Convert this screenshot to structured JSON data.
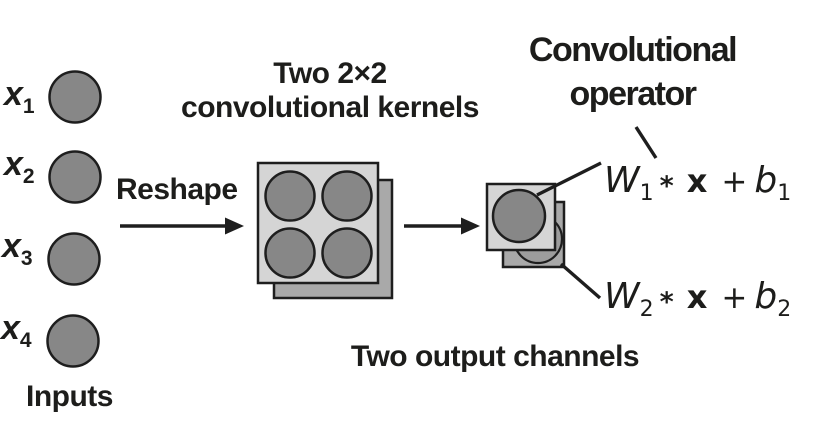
{
  "colors": {
    "background": "#ffffff",
    "node_fill": "#878787",
    "back_node_fill": "#9c9c9c",
    "box_front": "#d5d5d5",
    "box_back": "#a9a9a9",
    "line": "#1e1e1e",
    "text": "#1d1d1b"
  },
  "inputs": {
    "label": "Inputs",
    "items": [
      {
        "var": "x",
        "sub": "1"
      },
      {
        "var": "x",
        "sub": "2"
      },
      {
        "var": "x",
        "sub": "3"
      },
      {
        "var": "x",
        "sub": "4"
      }
    ]
  },
  "reshape": {
    "label": "Reshape"
  },
  "kernels": {
    "title_line1": "Two 2×2",
    "title_line2": "convolutional kernels"
  },
  "operator": {
    "line1": "Convolutional",
    "line2": "operator"
  },
  "outputs": {
    "caption": "Two output channels"
  },
  "equations": [
    {
      "w": "W",
      "w_sub": "1",
      "star": "*",
      "x": "x",
      "plus": "+",
      "b": "b",
      "b_sub": "1"
    },
    {
      "w": "W",
      "w_sub": "2",
      "star": "*",
      "x": "x",
      "plus": "+",
      "b": "b",
      "b_sub": "2"
    }
  ]
}
